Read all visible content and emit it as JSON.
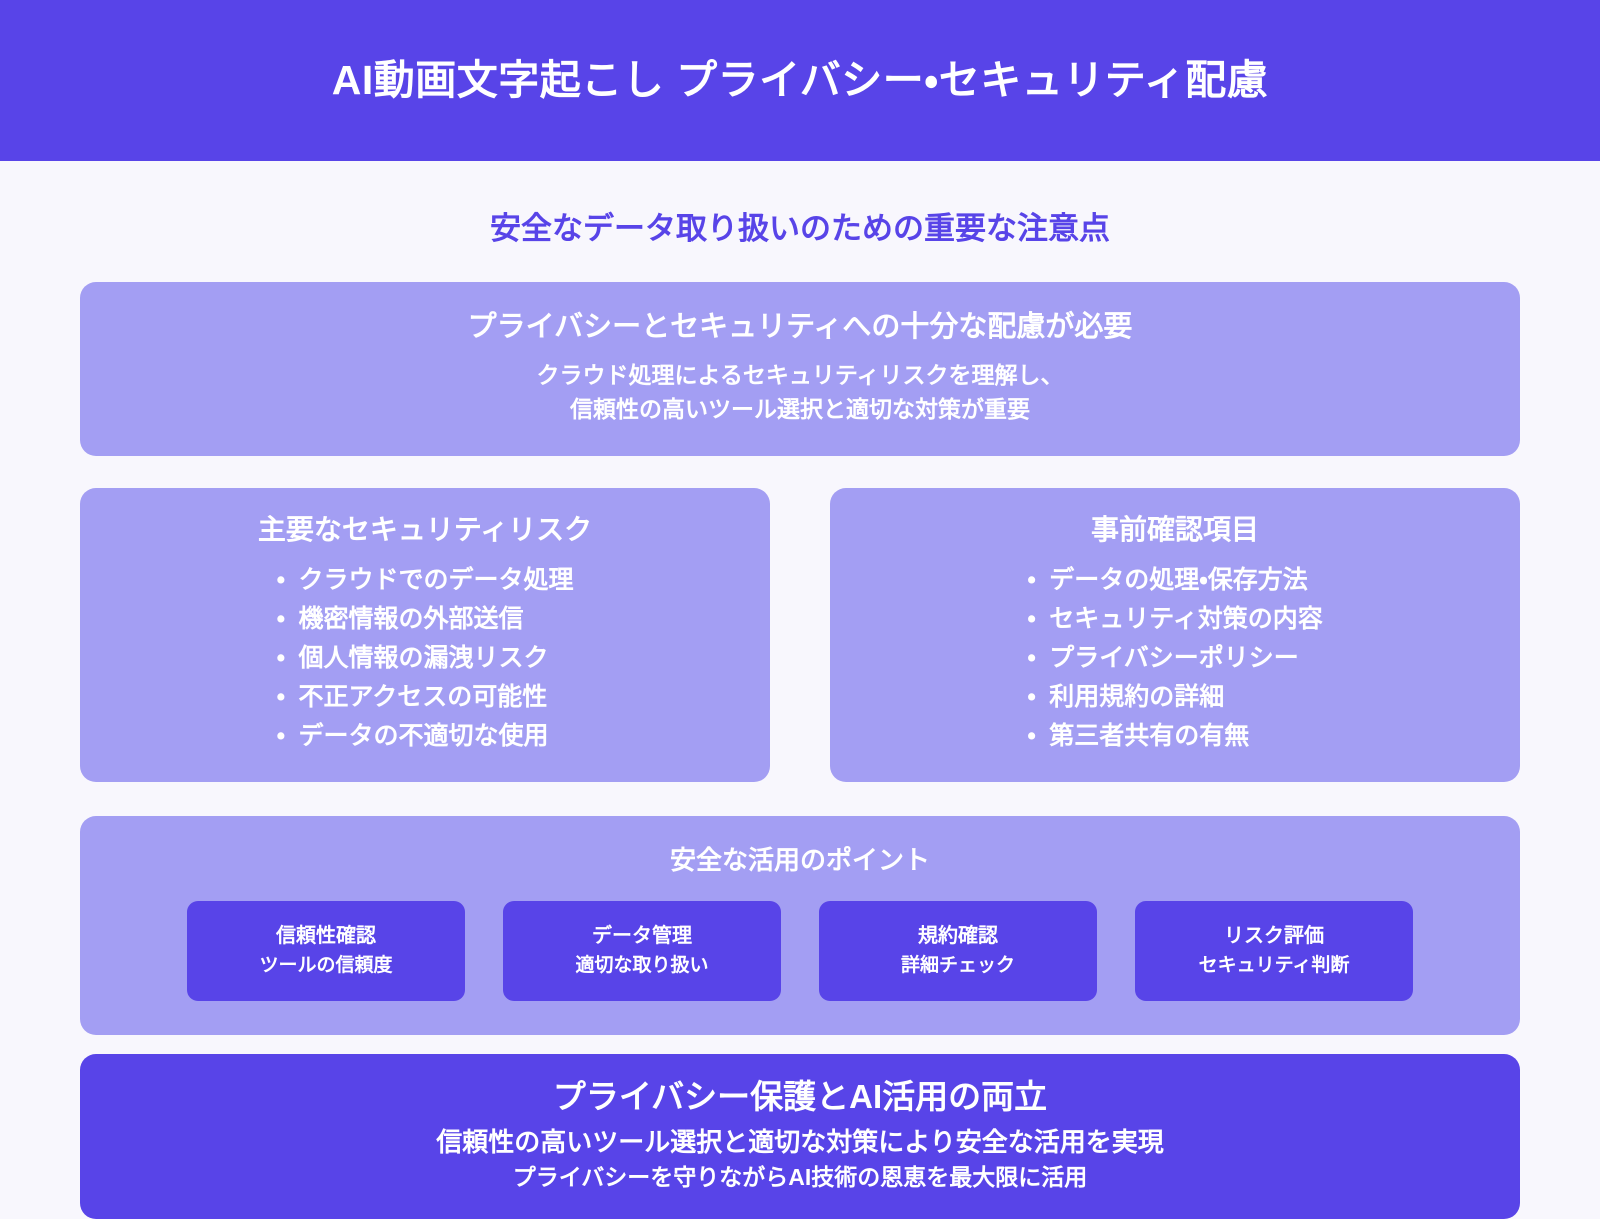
{
  "theme": {
    "primary": "#5844e8",
    "card_soft": "#a39ef3",
    "page_background": "#f8f7fd",
    "text_on_primary": "#ffffff"
  },
  "header": {
    "title": "AI動画文字起こし プライバシー・セキュリティ配慮"
  },
  "section": {
    "subtitle": "安全なデータ取り扱いのための重要な注意点"
  },
  "callout": {
    "heading": "プライバシーとセキュリティへの十分な配慮が必要",
    "line1": "クラウド処理によるセキュリティリスクを理解し、",
    "line2": "信頼性の高いツール選択と適切な対策が重要"
  },
  "cards": [
    {
      "title": "主要なセキュリティリスク",
      "bullet": "•",
      "items": [
        "クラウドでのデータ処理",
        "機密情報の外部送信",
        "個人情報の漏洩リスク",
        "不正アクセスの可能性",
        "データの不適切な使用"
      ]
    },
    {
      "title": "事前確認項目",
      "bullet": "•",
      "items": [
        "データの処理・保存方法",
        "セキュリティ対策の内容",
        "プライバシーポリシー",
        "利用規約の詳細",
        "第三者共有の有無"
      ]
    }
  ],
  "points": {
    "title": "安全な活用のポイント",
    "pills": [
      {
        "label": "信頼性確認",
        "sub": "ツールの信頼度"
      },
      {
        "label": "データ管理",
        "sub": "適切な取り扱い"
      },
      {
        "label": "規約確認",
        "sub": "詳細チェック"
      },
      {
        "label": "リスク評価",
        "sub": "セキュリティ判断"
      }
    ]
  },
  "banner": {
    "title": "プライバシー保護とAI活用の両立",
    "line1": "信頼性の高いツール選択と適切な対策により安全な活用を実現",
    "line2": "プライバシーを守りながらAI技術の恩恵を最大限に活用"
  }
}
